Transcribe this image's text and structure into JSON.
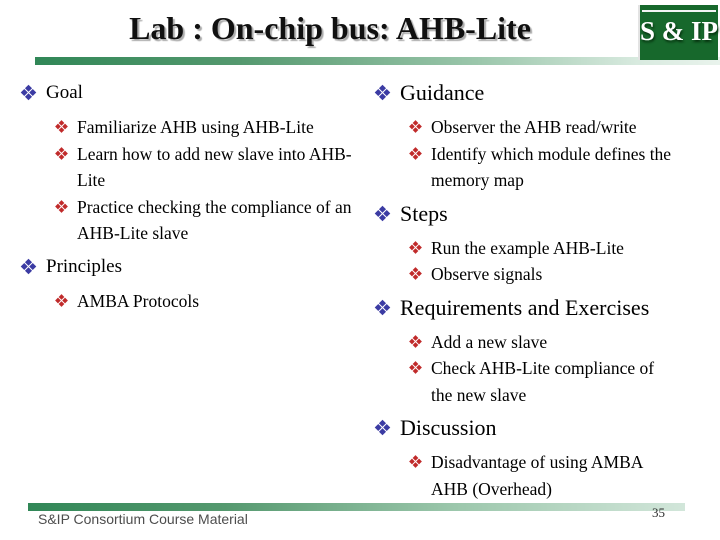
{
  "slide": {
    "title": "Lab : On-chip bus: AHB-Lite",
    "logo": {
      "text": "S & IP"
    },
    "footer": {
      "text": "S&IP Consortium Course Material",
      "page_number": "35"
    }
  },
  "icons": {
    "level1_bullet": "diamond-cluster-icon",
    "level2_bullet": "diamond-cluster-icon"
  },
  "colors": {
    "level1_bullet": "#3b3ba3",
    "level2_bullet": "#c02a2a",
    "logo_green": "#17682c",
    "bar_green_dark": "#318757",
    "bar_green_light": "#e9f3ec",
    "footer_text_gray": "#4d4d4d",
    "title_text": "#101010"
  },
  "columns": {
    "left": [
      {
        "title": "Goal",
        "items": [
          "Familiarize AHB using AHB-Lite",
          "Learn how to add new slave into AHB-Lite",
          "Practice checking the compliance of an AHB-Lite slave"
        ]
      },
      {
        "title": "Principles",
        "items": [
          "AMBA Protocols"
        ]
      }
    ],
    "right": [
      {
        "title": "Guidance",
        "items": [
          "Observer the AHB read/write",
          "Identify which module defines the memory map"
        ]
      },
      {
        "title": "Steps",
        "items": [
          "Run the example AHB-Lite",
          "Observe signals"
        ]
      },
      {
        "title": "Requirements and Exercises",
        "items": [
          "Add a new slave",
          "Check AHB-Lite compliance of the new slave"
        ]
      },
      {
        "title": "Discussion",
        "items": [
          "Disadvantage of using AMBA AHB (Overhead)"
        ]
      }
    ]
  }
}
